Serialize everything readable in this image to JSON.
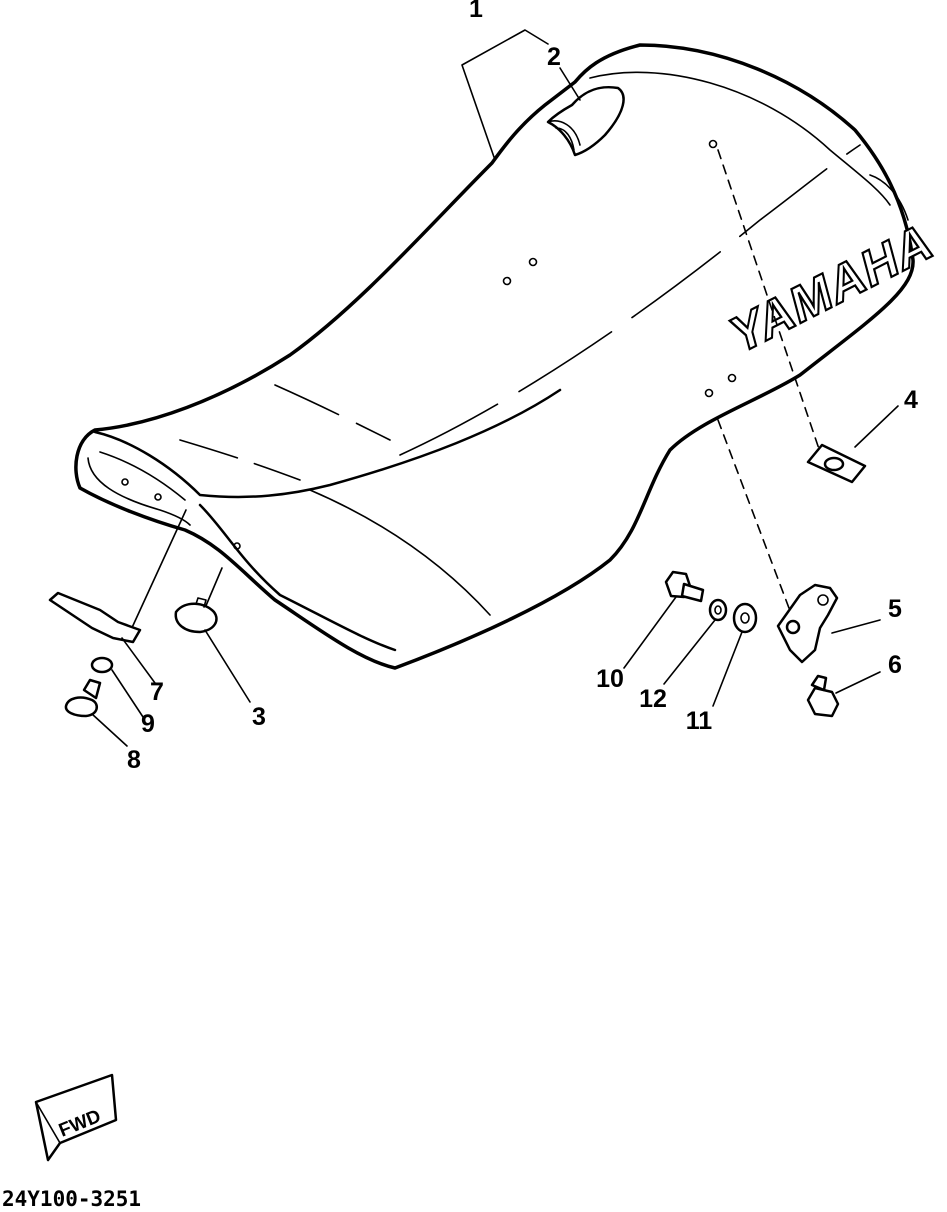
{
  "brand_text": "YAMAHA",
  "direction_label": "FWD",
  "diagram_code": "24Y100-3251",
  "callouts": {
    "c1": "1",
    "c2": "2",
    "c3": "3",
    "c4": "4",
    "c5": "5",
    "c6": "6",
    "c7": "7",
    "c8": "8",
    "c9": "9",
    "c10": "10",
    "c11": "11",
    "c12": "12"
  }
}
